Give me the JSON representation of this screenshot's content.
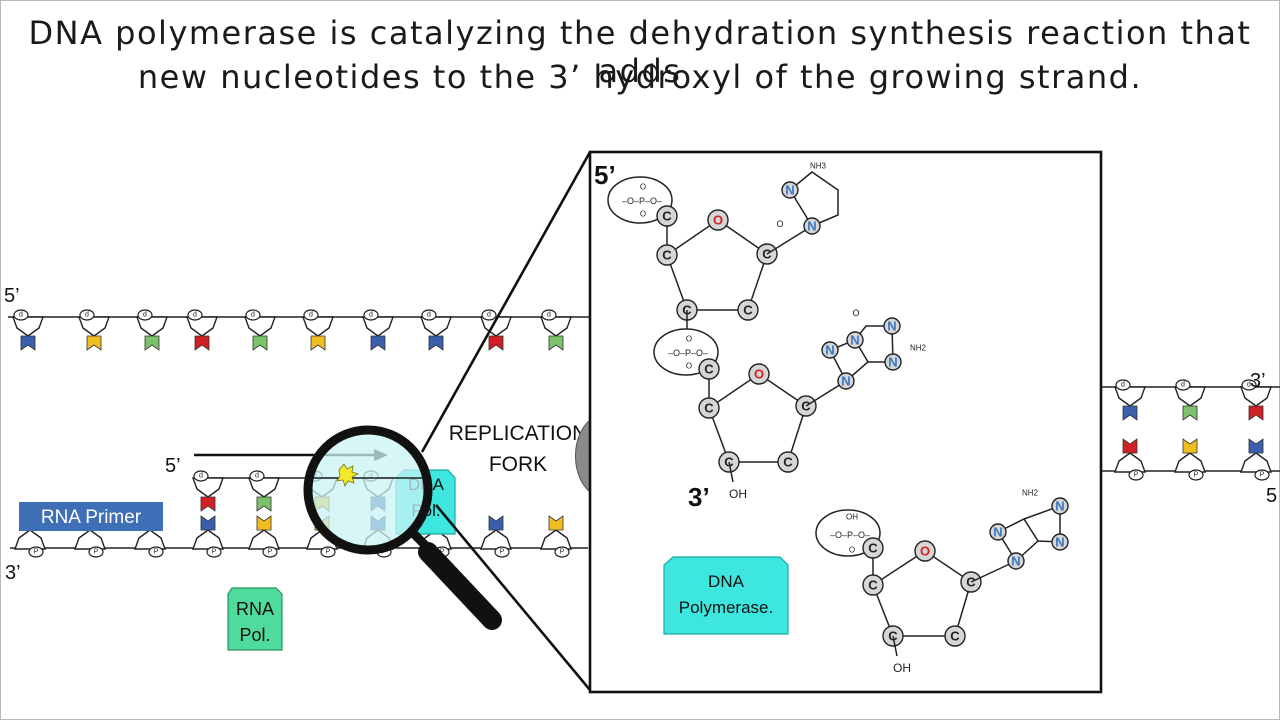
{
  "caption": {
    "line1": "DNA polymerase is catalyzing the dehydration synthesis reaction that adds",
    "line2": "new nucleotides to the 3’ hydroxyl of the growing strand."
  },
  "labels": {
    "top_strand_5": "5’",
    "leading_5": "5’",
    "lagging_3": "3’",
    "right_3": "3’",
    "right_5": "5",
    "rna_primer": "RNA Primer",
    "rna_pol_line1": "RNA",
    "rna_pol_line2": "Pol.",
    "dna_pol_line1": "DNA",
    "dna_pol_line2": "Pol.",
    "replication_line1": "REPLICATION",
    "replication_line2": "FORK",
    "sugar_marker": "d",
    "phosphate_marker": "P"
  },
  "zoom": {
    "end_5": "5’",
    "end_3": "3’",
    "dna_polymerase_line1": "DNA",
    "dna_polymerase_line2": "Polymerase.",
    "phosphate_text": "–O–P–O–",
    "o_text": "O",
    "carbon": "C",
    "ring_oxygen": "O",
    "nitrogen": "N",
    "nh3": "NH3",
    "nh2": "NH2",
    "oh": "OH",
    "carbonyl_o": "O"
  },
  "colors": {
    "blue_base": "#3a5fae",
    "yellow_base": "#f2be1f",
    "green_base": "#7cc26a",
    "red_base": "#d21f26",
    "primer": "#3f6fb6",
    "rna_pol": "#4fdb9c",
    "dna_pol": "#3ee6e0",
    "lens": "#c9f3f6",
    "oxygen": "#d92020",
    "nitrogen": "#3a78c2"
  },
  "icons": [
    "magnifying-glass-icon"
  ]
}
